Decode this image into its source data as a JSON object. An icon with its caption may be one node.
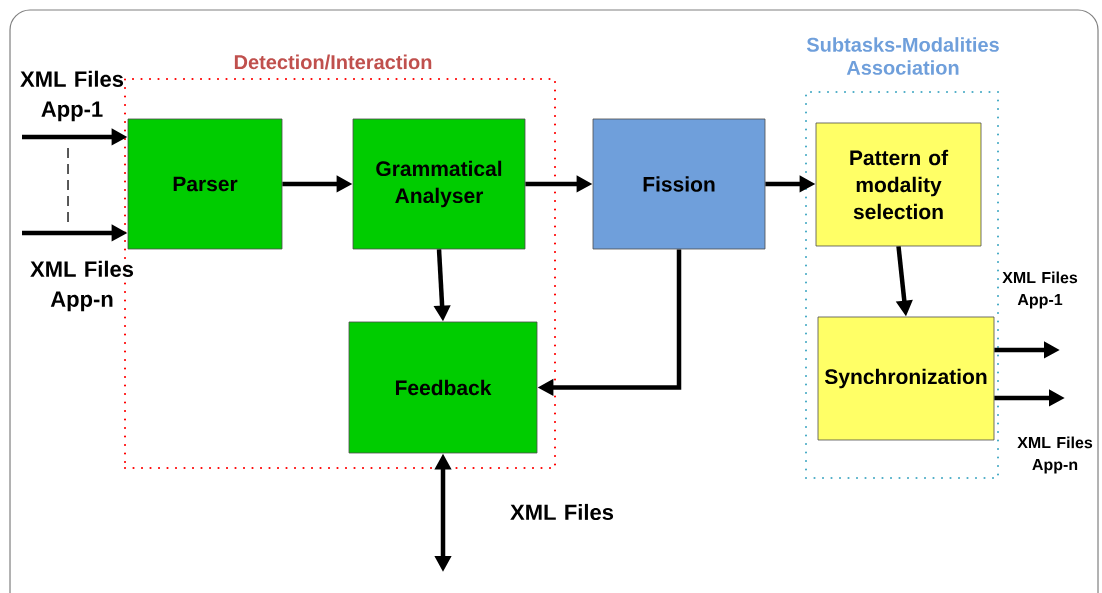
{
  "diagram": {
    "nodes": [
      {
        "text": [
          "Detection/Interaction"
        ]
      },
      {
        "text": [
          "Parser"
        ],
        "in": 0
      },
      {
        "text": [
          "Grammatical Analyser"
        ],
        "in": 0
      },
      {
        "text": [
          "Feedback"
        ],
        "in": 0
      },
      {
        "text": [
          "Fission"
        ]
      },
      {
        "text": [
          "Subtasks-Modalities Association"
        ]
      },
      {
        "text": [
          "Pattern of modality selection"
        ],
        "in": 5
      },
      {
        "text": [
          "Synchronization"
        ],
        "in": 5
      }
    ],
    "edges": [
      {
        "from": null,
        "to": 1,
        "arrow": "to",
        "label": "XML Files App-1"
      },
      {
        "from": null,
        "to": 1,
        "arrow": "to",
        "label": "XML Files App-n"
      },
      {
        "from": 1,
        "to": 2,
        "arrow": "to"
      },
      {
        "from": 2,
        "to": 4,
        "arrow": "to"
      },
      {
        "from": 2,
        "to": 3,
        "arrow": "to"
      },
      {
        "from": 4,
        "to": 3,
        "arrow": "to"
      },
      {
        "from": 4,
        "to": 6,
        "arrow": "to"
      },
      {
        "from": 6,
        "to": 7,
        "arrow": "to"
      },
      {
        "from": 7,
        "to": null,
        "arrow": "to",
        "label": "XML Files App-1"
      },
      {
        "from": 7,
        "to": null,
        "arrow": "to",
        "label": "XML Files App-n"
      },
      {
        "from": 3,
        "to": null,
        "arrow": "both",
        "label": "XML Files"
      }
    ]
  }
}
